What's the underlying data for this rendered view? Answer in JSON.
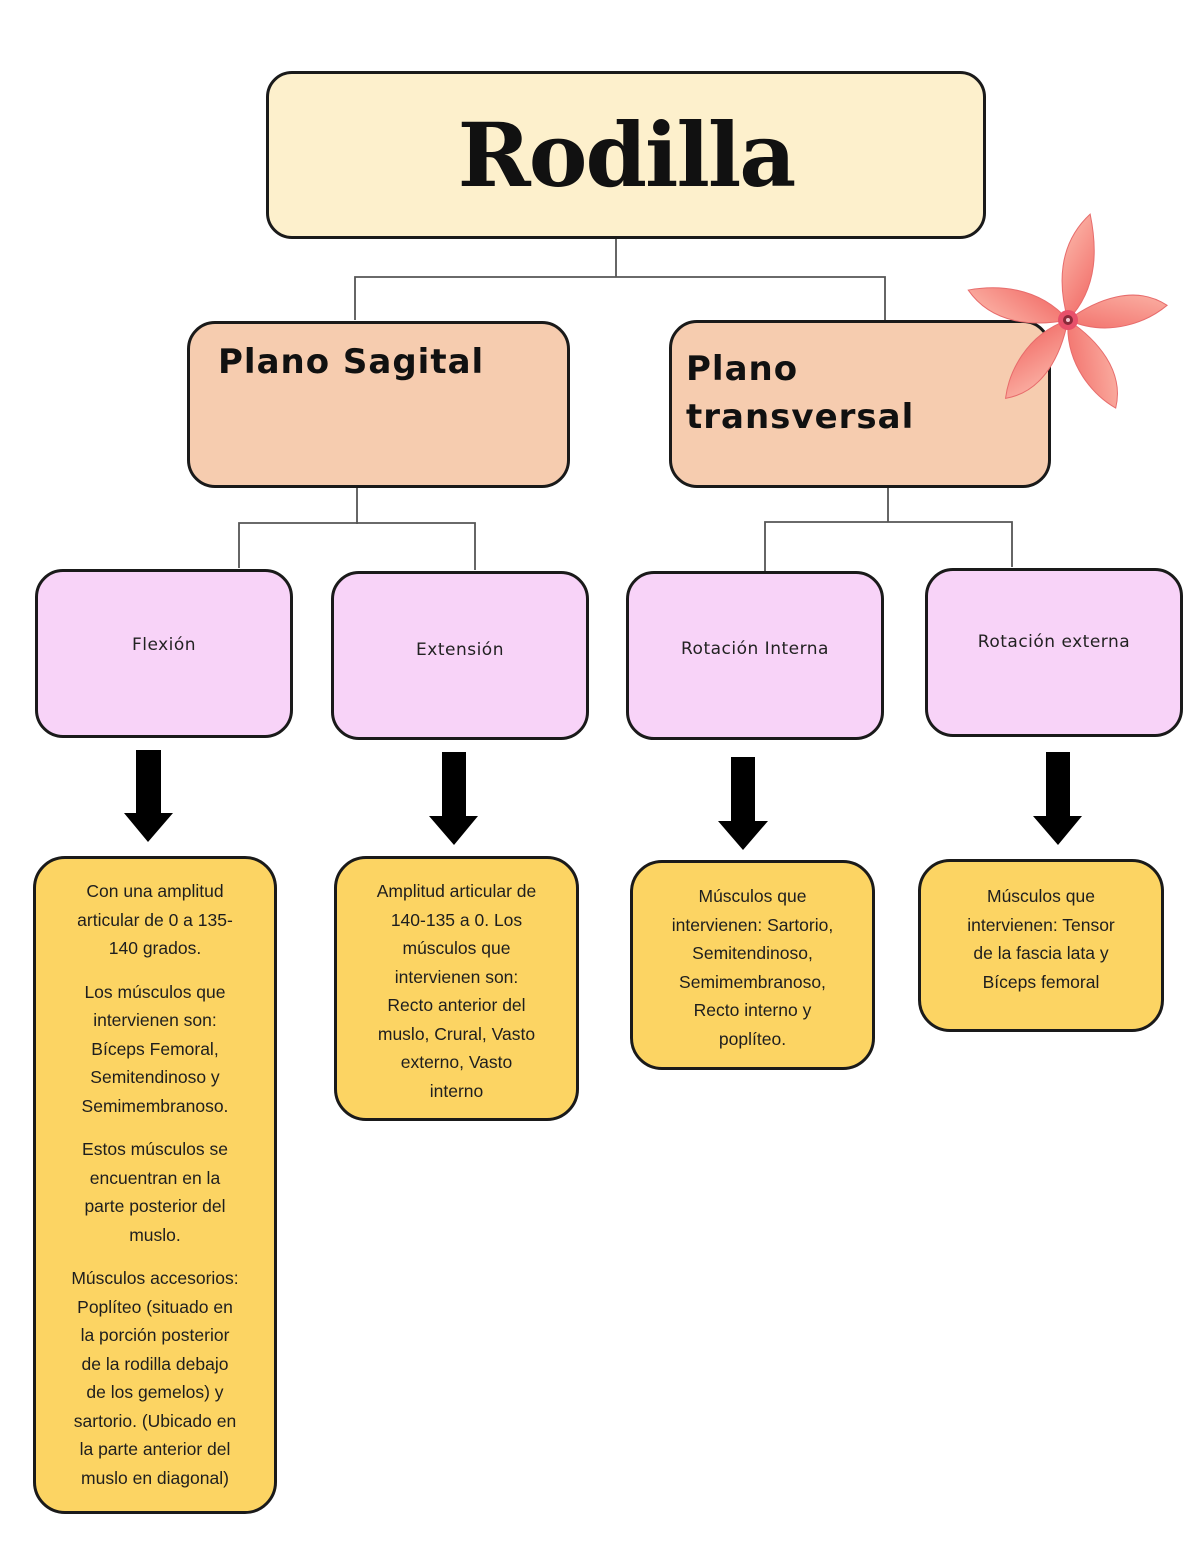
{
  "title": "Rodilla",
  "planes": [
    {
      "label_lines": [
        "Plano Sagital"
      ]
    },
    {
      "label_lines": [
        "Plano",
        "transversal"
      ]
    }
  ],
  "movements": [
    {
      "label": "Flexión"
    },
    {
      "label": "Extensión"
    },
    {
      "label": "Rotación Interna"
    },
    {
      "label": "Rotación externa"
    }
  ],
  "descriptions": [
    {
      "paragraphs": [
        [
          "Con una amplitud",
          "articular de 0 a 135-",
          "140 grados."
        ],
        [
          "Los músculos que",
          "intervienen son:",
          "Bíceps Femoral,",
          "Semitendinoso y",
          "Semimembranoso."
        ],
        [
          "Estos músculos se",
          "encuentran en la",
          "parte posterior del",
          "muslo."
        ],
        [
          "Músculos accesorios:",
          "Poplíteo (situado en",
          "la porción posterior",
          "de la rodilla debajo",
          "de los gemelos) y",
          "sartorio. (Ubicado en",
          "la parte anterior del",
          "muslo en diagonal)"
        ]
      ]
    },
    {
      "paragraphs": [
        [
          "Amplitud articular de",
          "140-135 a 0. Los",
          "músculos que",
          "intervienen son:",
          "Recto anterior del",
          "muslo, Crural, Vasto",
          "externo, Vasto",
          "interno"
        ]
      ]
    },
    {
      "paragraphs": [
        [
          "Músculos que",
          "intervienen: Sartorio,",
          "Semitendinoso,",
          "Semimembranoso,",
          "Recto interno y",
          "poplíteo."
        ]
      ]
    },
    {
      "paragraphs": [
        [
          "Músculos que",
          "intervienen: Tensor",
          "de la fascia lata y",
          "Bíceps femoral"
        ]
      ]
    }
  ],
  "colors": {
    "root_fill": "#fdf0cc",
    "plane_fill": "#f6ccaf",
    "movement_fill": "#f8d3f8",
    "description_fill": "#fcd463",
    "flower_petal": "#f7887f",
    "connector": "#555555",
    "arrow": "#000000"
  },
  "icons": {
    "decoration": "flower-icon",
    "arrow": "down-arrow-icon"
  }
}
